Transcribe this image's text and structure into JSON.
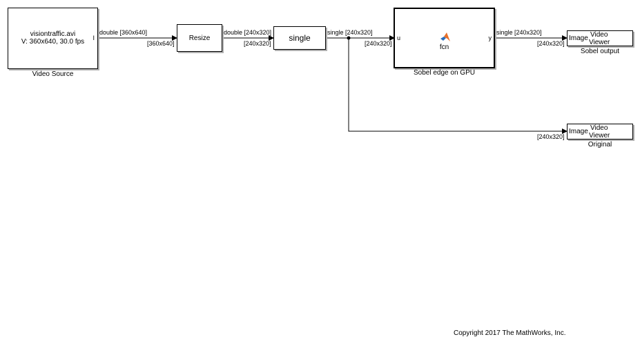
{
  "blocks": {
    "video_source": {
      "line1": "visiontraffic.avi",
      "line2": "V: 360x640, 30.0 fps",
      "port_out": "I",
      "name": "Video Source"
    },
    "resize": {
      "text": "Resize"
    },
    "single": {
      "text": "single"
    },
    "sobel": {
      "port_in": "u",
      "port_out": "y",
      "text": "fcn",
      "name": "Sobel edge on GPU"
    },
    "viewer_sobel": {
      "port_in": "Image",
      "line1": "Video",
      "line2": "Viewer",
      "name": "Sobel output"
    },
    "viewer_original": {
      "port_in": "Image",
      "line1": "Video",
      "line2": "Viewer",
      "name": "Original"
    }
  },
  "signals": {
    "s1_type": "double [360x640]",
    "s1_dim": "[360x640]",
    "s2_type": "double [240x320]",
    "s2_dim": "[240x320]",
    "s3_type": "single [240x320]",
    "s3_dim": "[240x320]",
    "s4_type": "single [240x320]",
    "s4_dim": "[240x320]",
    "s5_dim": "[240x320]"
  },
  "footer": {
    "copyright": "Copyright 2017 The MathWorks, Inc."
  },
  "colors": {
    "logo_orange": "#e8702a",
    "logo_blue": "#2a6fbd",
    "shadow": "#b0b0b0"
  }
}
